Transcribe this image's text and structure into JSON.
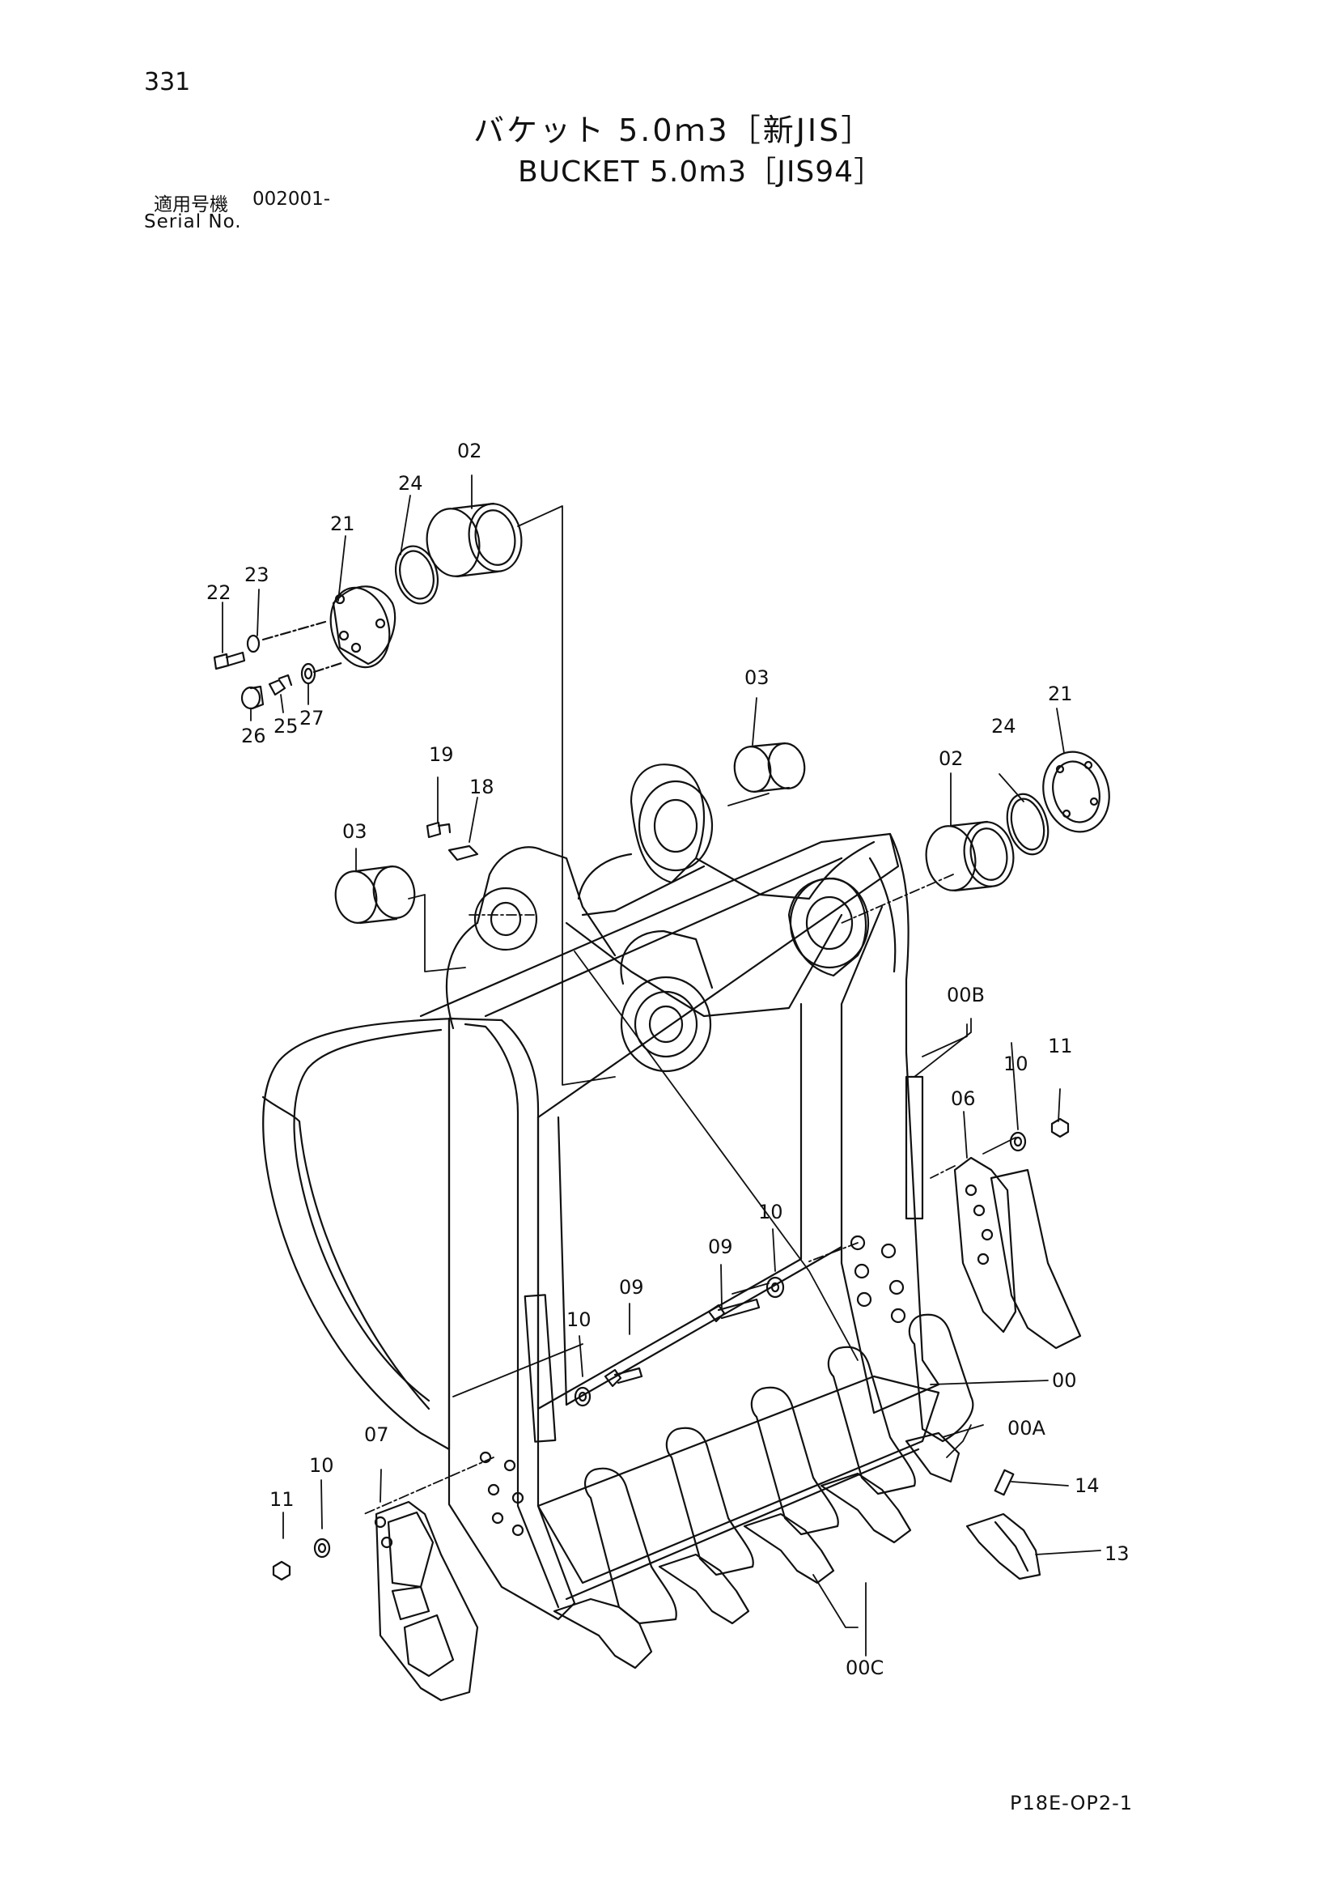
{
  "page": {
    "number": "331",
    "title_jp": "バケット 5.0ｍ3［新JIS］",
    "title_en": "BUCKET 5.0m3［JIS94］",
    "serial_label_jp": "適用号機",
    "serial_value": "002001-",
    "serial_label_en": "Serial No.",
    "drawing_code": "P18E-OP2-1"
  },
  "callouts": {
    "c02a": "02",
    "c24a": "24",
    "c21a": "21",
    "c22": "22",
    "c23": "23",
    "c26": "26",
    "c25": "25",
    "c27": "27",
    "c19": "19",
    "c18": "18",
    "c03a": "03",
    "c03b": "03",
    "c21b": "21",
    "c24b": "24",
    "c02b": "02",
    "c00B": "00B",
    "c11a": "11",
    "c10a": "10",
    "c06": "06",
    "c10b": "10",
    "c09a": "09",
    "c09b": "09",
    "c10c": "10",
    "c00": "00",
    "c00A": "00A",
    "c14": "14",
    "c07": "07",
    "c11b": "11",
    "c10d": "10",
    "c13": "13",
    "c00C": "00C"
  }
}
